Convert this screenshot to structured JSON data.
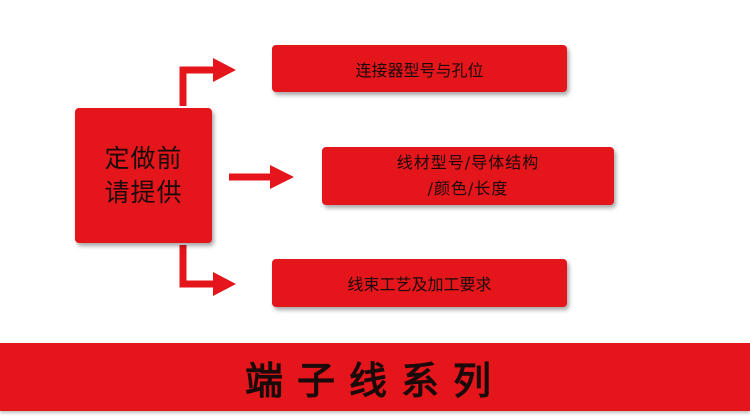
{
  "main_box": {
    "line1": "定做前",
    "line2": "请提供"
  },
  "items": [
    {
      "text": "连接器型号与孔位"
    },
    {
      "line1": "线材型号/导体结构",
      "line2": "/颜色/长度"
    },
    {
      "text": "线束工艺及加工要求"
    }
  ],
  "banner": {
    "title": "端子线系列"
  },
  "colors": {
    "accent": "#e4161b",
    "text": "#1a0a0a"
  }
}
